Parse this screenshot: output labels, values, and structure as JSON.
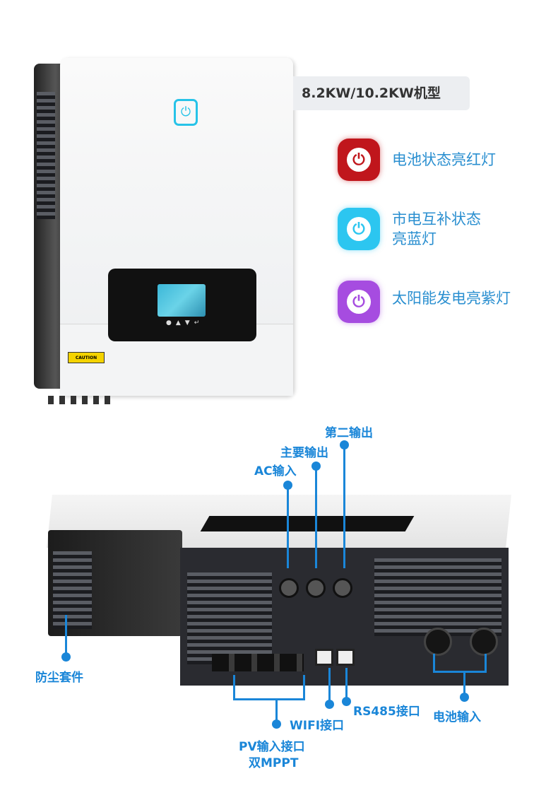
{
  "model_badge": "8.2KW/10.2KW机型",
  "indicators": [
    {
      "label": "电池状态亮红灯",
      "color": "#c0161c",
      "icon": "power-icon"
    },
    {
      "label_line1": "市电互补状态",
      "label_line2": "亮蓝灯",
      "color": "#2cc6f0",
      "icon": "power-icon"
    },
    {
      "label": "太阳能发电亮紫灯",
      "color": "#a64ce0",
      "icon": "power-icon"
    }
  ],
  "device_front": {
    "caution_label": "CAUTION"
  },
  "callouts": {
    "ac_input": "AC输入",
    "main_output": "主要输出",
    "second_output": "第二输出",
    "dust_kit": "防尘套件",
    "pv_input_line1": "PV输入接口",
    "pv_input_line2": "双MPPT",
    "wifi": "WIFI接口",
    "rs485": "RS485接口",
    "battery_input": "电池输入"
  },
  "accent_color": "#1a86d8"
}
